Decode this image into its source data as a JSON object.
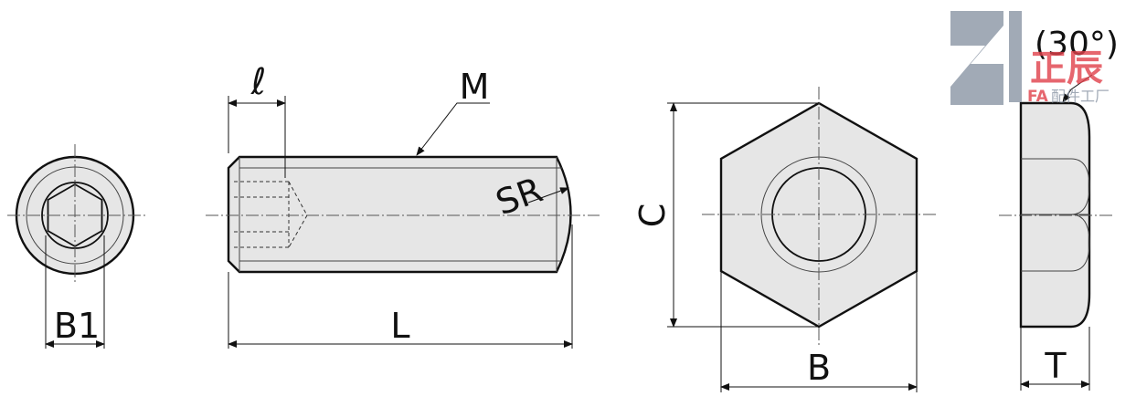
{
  "labels": {
    "b1": "B1",
    "l_small": "ℓ",
    "m": "M",
    "sr": "SR",
    "l_big": "L",
    "c": "C",
    "b": "B",
    "angle": "(30°)",
    "t": "T"
  },
  "logo": {
    "brand": "正辰",
    "tagline_fa": "FA",
    "tagline": "配件工厂"
  },
  "colors": {
    "part_fill": "#e6e6e6",
    "outline": "#111111",
    "center_line": "#555555",
    "logo_gray": "#8a95a5",
    "logo_red": "#e0404a"
  }
}
